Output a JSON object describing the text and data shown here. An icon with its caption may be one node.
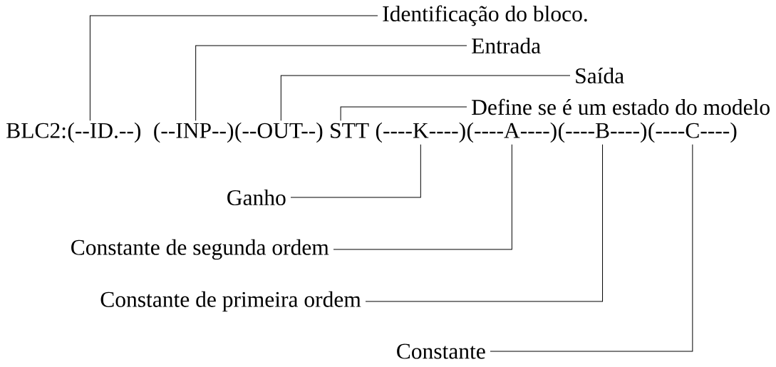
{
  "diagram": {
    "nodes": [
      {
        "text": [
          "Identificação do bloco."
        ]
      },
      {
        "text": [
          "Entrada"
        ]
      },
      {
        "text": [
          "Saída"
        ]
      },
      {
        "text": [
          "Define se é um estado do modelo"
        ]
      },
      {
        "text": [
          "BLC2:"
        ]
      },
      {
        "text": [
          "(--ID.--)"
        ]
      },
      {
        "text": [
          "(--INP--)"
        ]
      },
      {
        "text": [
          "(--OUT--)"
        ]
      },
      {
        "text": [
          "STT"
        ]
      },
      {
        "text": [
          "(----K----)"
        ]
      },
      {
        "text": [
          "(----A----)"
        ]
      },
      {
        "text": [
          "(----B----)"
        ]
      },
      {
        "text": [
          "(----C----)"
        ]
      },
      {
        "text": [
          "Ganho"
        ]
      },
      {
        "text": [
          "Constante de segunda ordem"
        ]
      },
      {
        "text": [
          "Constante de primeira ordem"
        ]
      },
      {
        "text": [
          "Constante"
        ]
      }
    ],
    "edges": [
      {
        "from": 0,
        "to": 5,
        "arrow": "none"
      },
      {
        "from": 1,
        "to": 6,
        "arrow": "none"
      },
      {
        "from": 2,
        "to": 7,
        "arrow": "none"
      },
      {
        "from": 3,
        "to": 8,
        "arrow": "none"
      },
      {
        "from": 13,
        "to": 9,
        "arrow": "none"
      },
      {
        "from": 14,
        "to": 10,
        "arrow": "none"
      },
      {
        "from": 15,
        "to": 11,
        "arrow": "none"
      },
      {
        "from": 16,
        "to": 12,
        "arrow": "none"
      }
    ]
  }
}
